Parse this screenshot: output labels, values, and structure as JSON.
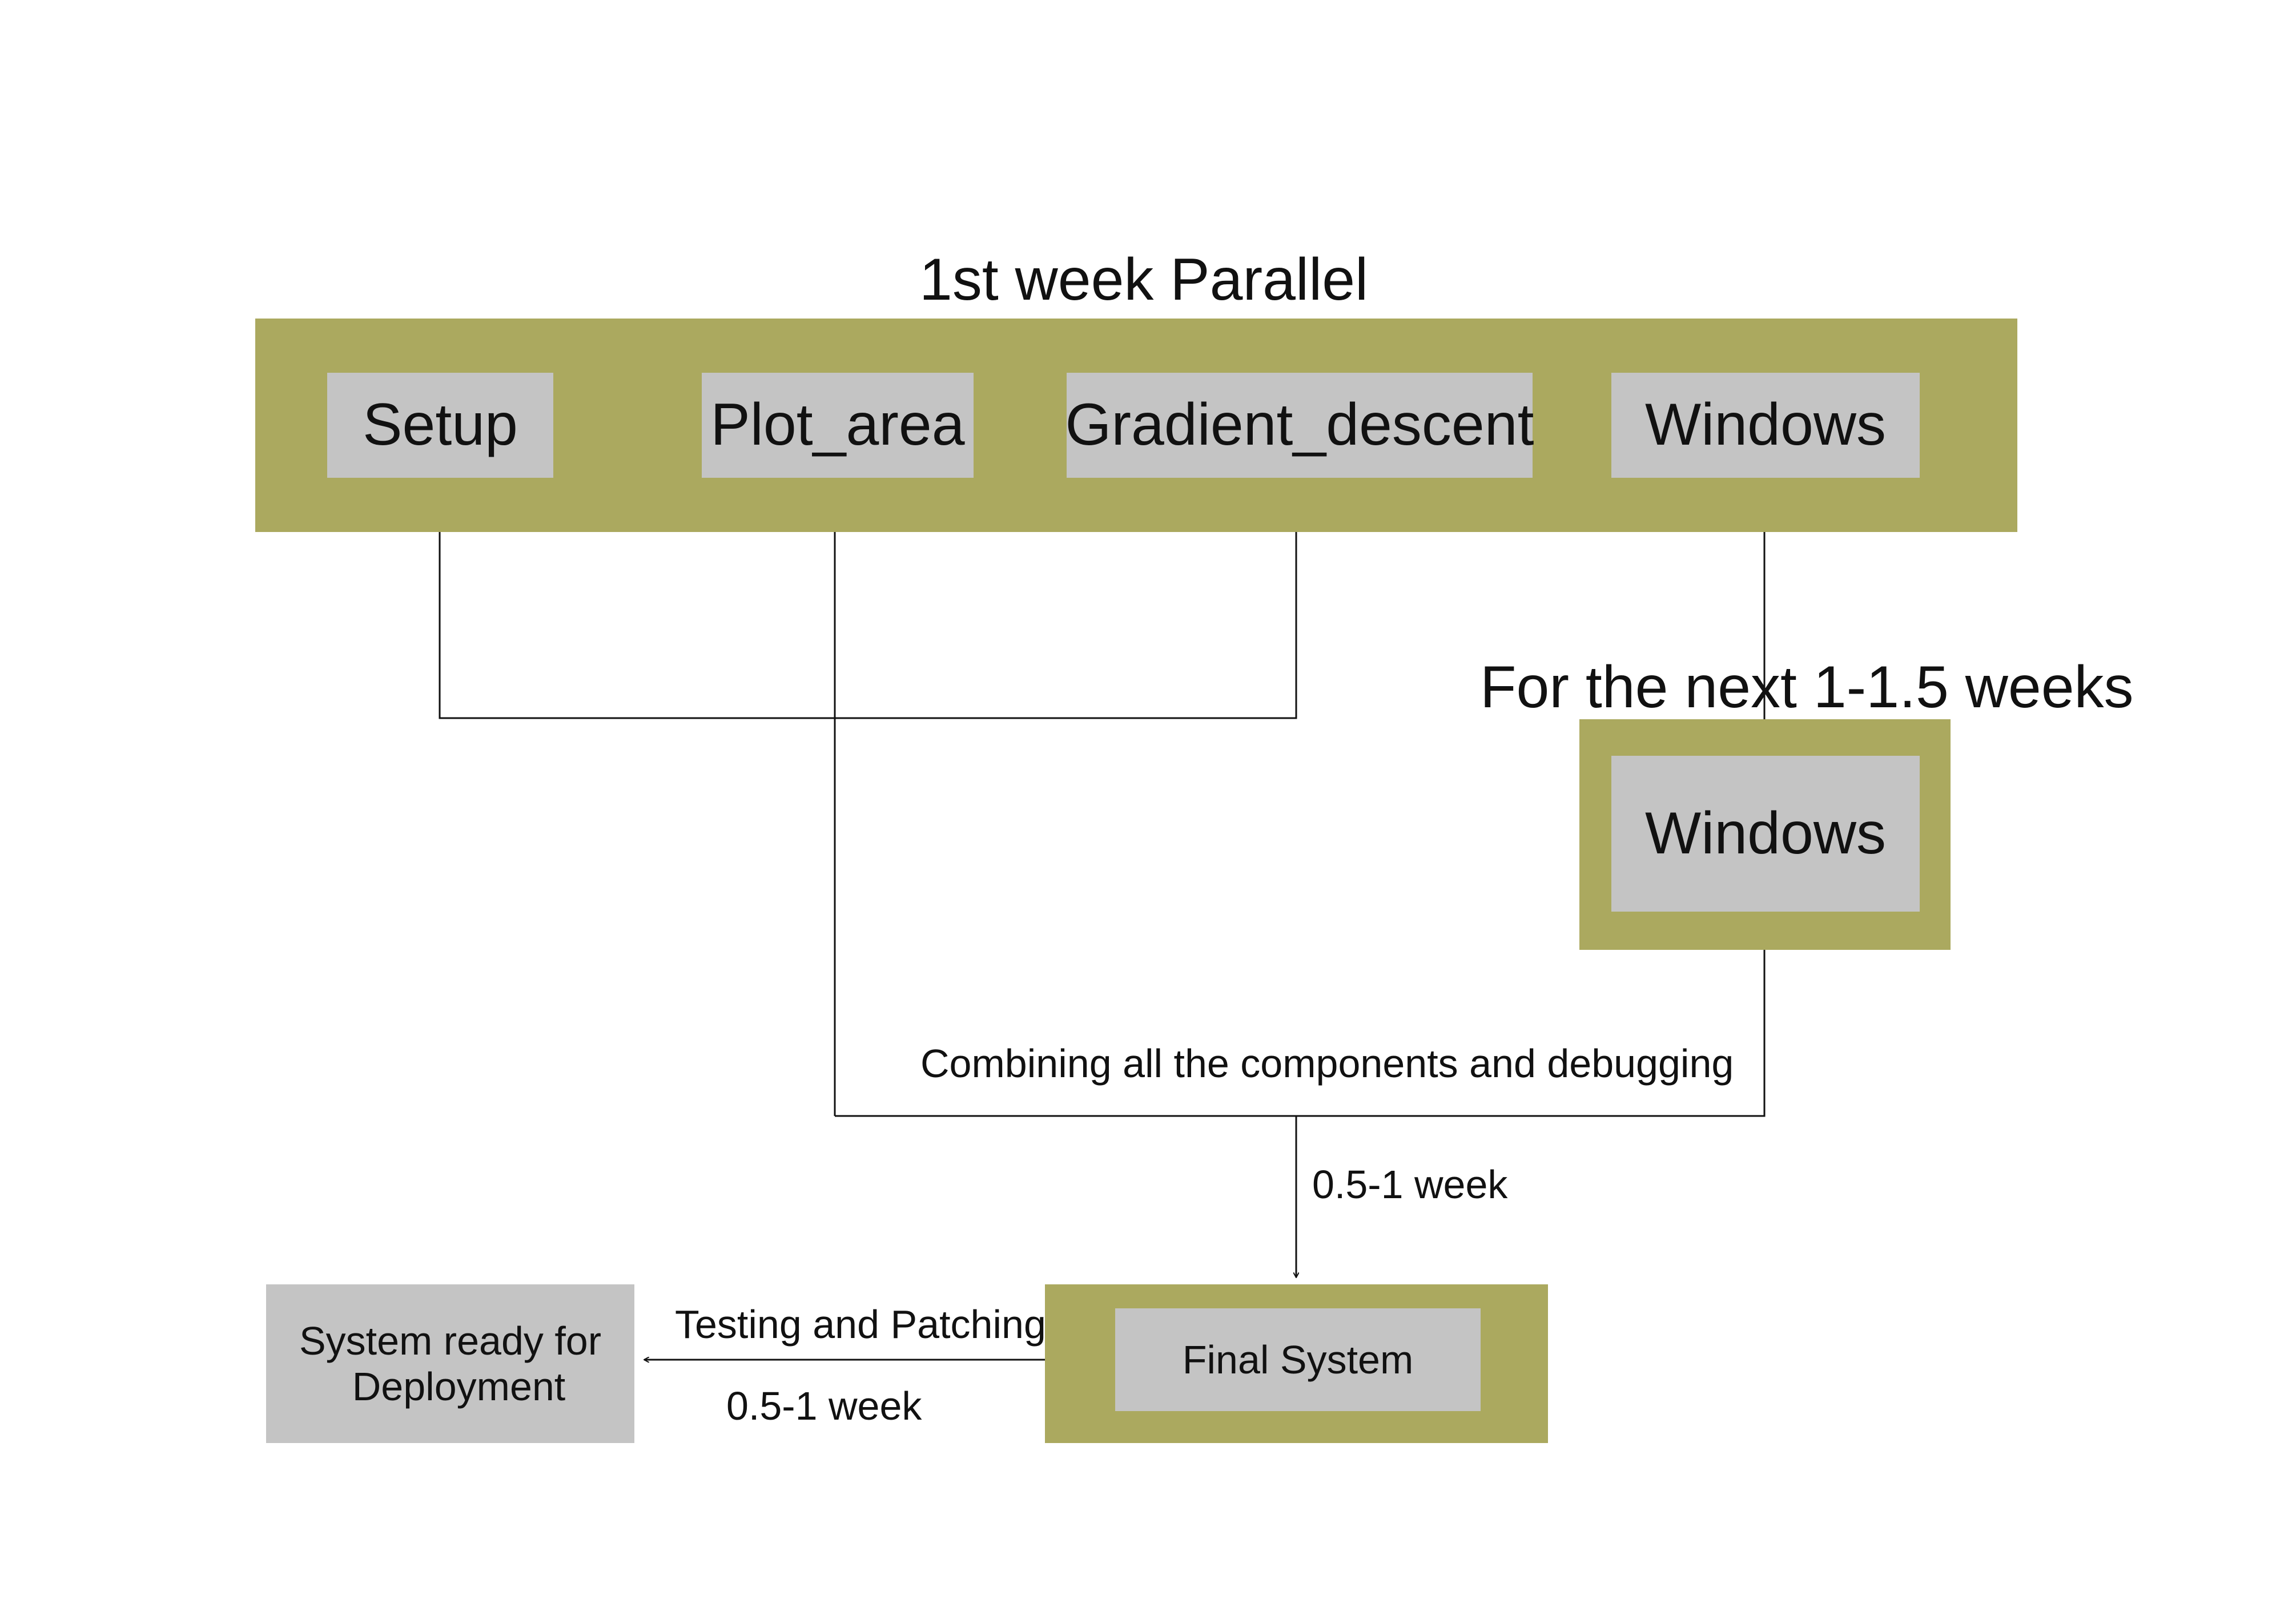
{
  "diagram": {
    "phase1": {
      "title": "1st week Parallel",
      "boxes": [
        "Setup",
        "Plot_area",
        "Gradient_descent",
        "Windows"
      ]
    },
    "phase2": {
      "title": "For the next 1-1.5 weeks",
      "box": "Windows"
    },
    "combine": {
      "label": "Combining all the components and debugging",
      "duration": "0.5-1 week"
    },
    "final": {
      "box": "Final System"
    },
    "testing": {
      "label": "Testing and Patching",
      "duration": "0.5-1 week"
    },
    "deploy": {
      "line1": "System ready for",
      "line2": "Deployment"
    },
    "colors": {
      "group_fill": "#aba95f",
      "box_fill": "#c4c4c4",
      "line": "#111111"
    }
  }
}
